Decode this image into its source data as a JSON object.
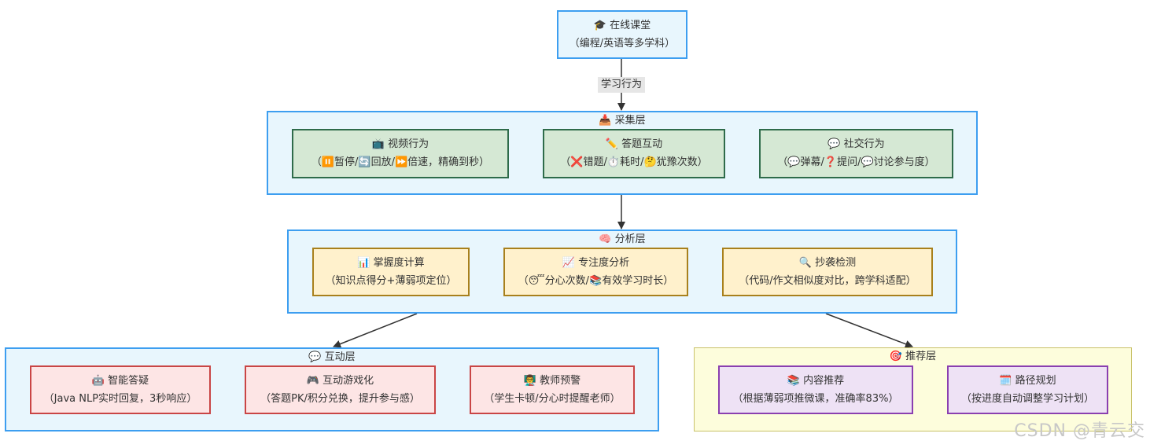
{
  "top_node": {
    "title": "🎓 在线课堂",
    "desc": "（编程/英语等多学科）"
  },
  "edge_label": "学习行为",
  "collect_layer": {
    "title": "📥 采集层",
    "nodes": [
      {
        "title": "📺 视频行为",
        "desc": "（⏸️暂停/🔄回放/⏩倍速，精确到秒）"
      },
      {
        "title": "✏️ 答题互动",
        "desc": "（❌错题/⏱️耗时/🤔犹豫次数）"
      },
      {
        "title": "💬 社交行为",
        "desc": "（💬弹幕/❓提问/💬讨论参与度）"
      }
    ]
  },
  "analysis_layer": {
    "title": "🧠 分析层",
    "nodes": [
      {
        "title": "📊 掌握度计算",
        "desc": "（知识点得分+薄弱项定位）"
      },
      {
        "title": "📈 专注度分析",
        "desc": "（😴分心次数/📚有效学习时长）"
      },
      {
        "title": "🔍 抄袭检测",
        "desc": "（代码/作文相似度对比，跨学科适配）"
      }
    ]
  },
  "interaction_layer": {
    "title": "💬 互动层",
    "nodes": [
      {
        "title": "🤖 智能答疑",
        "desc": "（Java NLP实时回复，3秒响应）"
      },
      {
        "title": "🎮 互动游戏化",
        "desc": "（答题PK/积分兑换，提升参与感）"
      },
      {
        "title": "👨‍🏫 教师预警",
        "desc": "（学生卡顿/分心时提醒老师）"
      }
    ]
  },
  "recommend_layer": {
    "title": "🎯 推荐层",
    "nodes": [
      {
        "title": "📚 内容推荐",
        "desc": "（根据薄弱项推微课，准确率83%）"
      },
      {
        "title": "🗓️ 路径规划",
        "desc": "（按进度自动调整学习计划）"
      }
    ]
  },
  "watermark": "CSDN @青云交",
  "colors": {
    "layer_border": "#3d9ef0",
    "layer_fill": "#e8f6fd",
    "collect_node": "#d5e8d4",
    "analysis_node": "#fff1cc",
    "interaction_node": "#fde5e5",
    "recommend_node": "#eee2f5",
    "recommend_layer_fill": "#fdfddc",
    "arrow": "#333333"
  }
}
